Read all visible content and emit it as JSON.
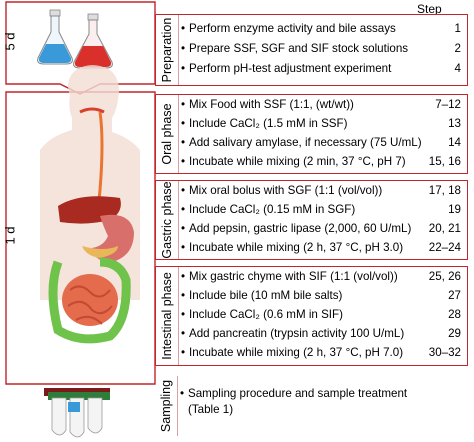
{
  "step_header": "Step",
  "durations": {
    "prep": "5 d",
    "digestion": "1 d"
  },
  "colors": {
    "accent": "#c0262b",
    "blue_liquid": "#3a9ad9",
    "red_liquid": "#d9302b"
  },
  "phases": [
    {
      "label": "Preparation",
      "rows": [
        {
          "text": "Perform enzyme activity and bile assays",
          "step": "1"
        },
        {
          "text": "Prepare SSF, SGF and SIF stock solutions",
          "step": "2"
        },
        {
          "text": "Perform pH-test adjustment experiment",
          "step": "4"
        }
      ]
    },
    {
      "label": "Oral phase",
      "rows": [
        {
          "text": "Mix Food with SSF (1:1, (wt/wt))",
          "step": "7–12"
        },
        {
          "text": "Include CaCl₂ (1.5 mM in SSF)",
          "step": "13"
        },
        {
          "text": "Add salivary amylase, if necessary (75 U/mL)",
          "step": "14"
        },
        {
          "text": "Incubate while mixing (2 min, 37 °C, pH 7)",
          "step": "15, 16"
        }
      ]
    },
    {
      "label": "Gastric phase",
      "rows": [
        {
          "text": "Mix oral bolus with SGF (1:1 (vol/vol))",
          "step": "17, 18"
        },
        {
          "text": "Include CaCl₂ (0.15 mM in SGF)",
          "step": "19"
        },
        {
          "text": "Add pepsin, gastric lipase (2,000, 60 U/mL)",
          "step": "20, 21"
        },
        {
          "text": "Incubate while mixing (2 h, 37 °C, pH 3.0)",
          "step": "22–24"
        }
      ]
    },
    {
      "label": "Intestinal phase",
      "rows": [
        {
          "text": "Mix gastric chyme with SIF (1:1 (vol/vol))",
          "step": "25, 26"
        },
        {
          "text": "Include bile (10 mM bile salts)",
          "step": "27"
        },
        {
          "text": "Include CaCl₂ (0.6 mM in SIF)",
          "step": "28"
        },
        {
          "text": "Add pancreatin (trypsin activity 100 U/mL)",
          "step": "29"
        },
        {
          "text": "Incubate while mixing (2 h, 37 °C, pH 7.0)",
          "step": "30–32"
        }
      ]
    },
    {
      "label": "Sampling",
      "rows": [
        {
          "text": "Sampling procedure and sample treatment (Table 1)",
          "step": ""
        }
      ]
    }
  ]
}
